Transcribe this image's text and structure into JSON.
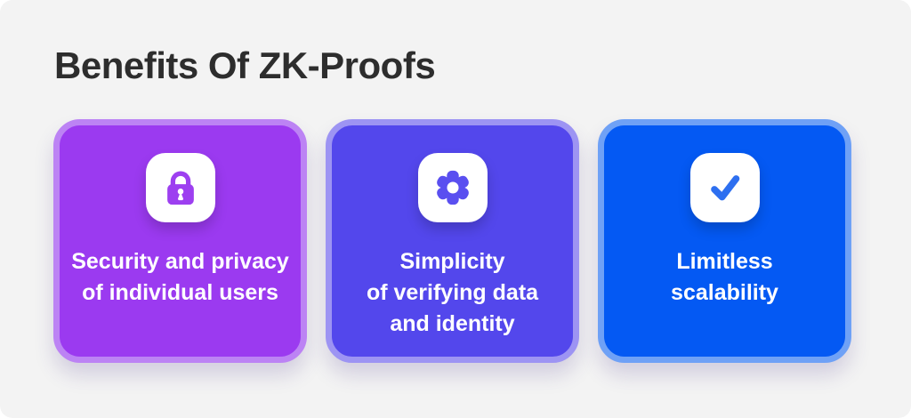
{
  "page": {
    "background": "#F3F3F3"
  },
  "header": {
    "title": "Benefits Of ZK-Proofs",
    "color": "#2D2D2D"
  },
  "cards": [
    {
      "id": "security",
      "icon": "lock-icon",
      "lines": [
        "Security and privacy",
        "of individual users"
      ],
      "fill": "#9B3AF0",
      "border": "#BC83F4",
      "icon_color": "#9D3FF0"
    },
    {
      "id": "simplicity",
      "icon": "gear-icon",
      "lines": [
        "Simplicity",
        "of verifying data",
        "and identity"
      ],
      "fill": "#5347EC",
      "border": "#9D94F3",
      "icon_color": "#5A4FF0"
    },
    {
      "id": "scalability",
      "icon": "check-icon",
      "lines": [
        "Limitless",
        "scalability"
      ],
      "fill": "#0459F3",
      "border": "#6FA1F6",
      "icon_color": "#2D6FF0"
    }
  ]
}
